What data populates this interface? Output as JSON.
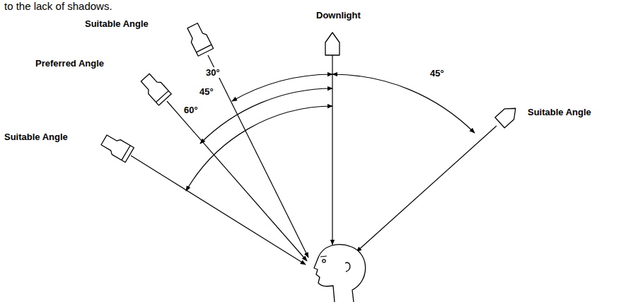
{
  "diagram": {
    "labels": [
      "to the lack of shadows.",
      "Downlight",
      "Suitable Angle",
      "30°",
      "45°",
      "Preferred Angle",
      "45°",
      "Suitable Angle",
      "60°",
      "Suitable Angle"
    ]
  }
}
